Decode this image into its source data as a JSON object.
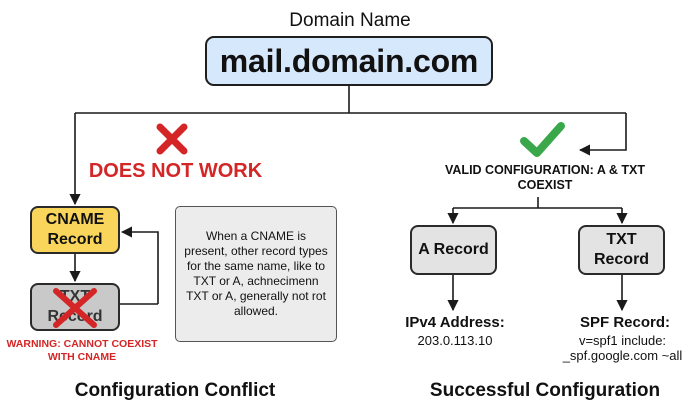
{
  "domain": {
    "heading": "Domain Name",
    "name": "mail.domain.com"
  },
  "conflict": {
    "status": "DOES NOT WORK",
    "cname_record": "CNAME Record",
    "txt_record": "TXT Record",
    "warning": "WARNING: CANNOT COEXIST WITH CNAME",
    "note": "When a CNAME is present, other record types for the same name, like to TXT or A, achnecimenn TXT or A, generally not rot allowed.",
    "title": "Configuration Conflict"
  },
  "success": {
    "status": "VALID CONFIGURATION: A & TXT COEXIST",
    "a_record": "A Record",
    "txt_record": "TXT Record",
    "ipv4_label": "IPv4 Address:",
    "ipv4_value": "203.0.113.10",
    "spf_label": "SPF Record:",
    "spf_value": "v=spf1 include: _spf.google.com ~all",
    "title": "Successful Configuration"
  },
  "colors": {
    "domain_box": "#d6e8fb",
    "cname_box": "#fad55c",
    "error_red": "#d42626",
    "check_green": "#3aa84a"
  }
}
